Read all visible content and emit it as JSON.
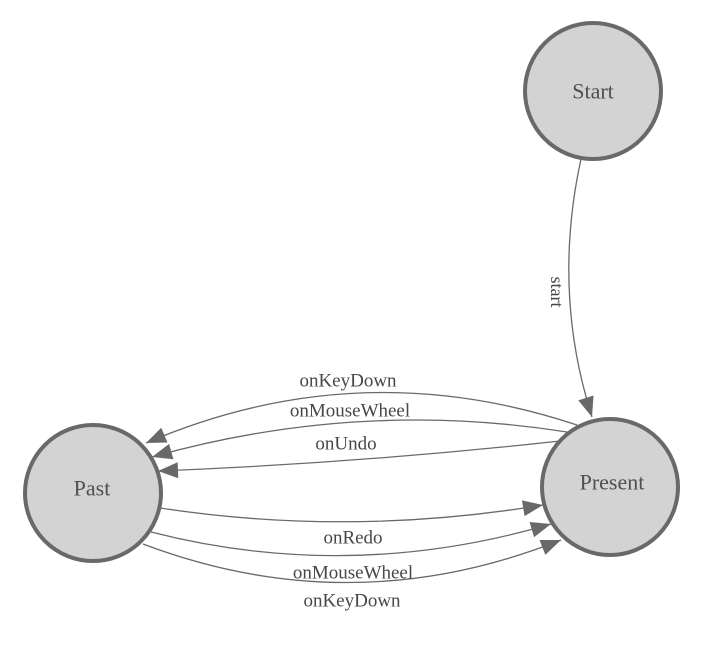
{
  "diagram": {
    "type": "state-machine",
    "background_color": "#ffffff",
    "node_fill_color": "#d3d3d3",
    "node_stroke_color": "#696969",
    "edge_color": "#696969",
    "label_color": "#474747",
    "nodes": [
      {
        "id": "start",
        "label": "Start"
      },
      {
        "id": "present",
        "label": "Present"
      },
      {
        "id": "past",
        "label": "Past"
      }
    ],
    "edges": [
      {
        "from": "start",
        "to": "present",
        "label": "start"
      },
      {
        "from": "present",
        "to": "past",
        "label": "onKeyDown"
      },
      {
        "from": "present",
        "to": "past",
        "label": "onMouseWheel"
      },
      {
        "from": "present",
        "to": "past",
        "label": "onUndo"
      },
      {
        "from": "past",
        "to": "present",
        "label": "onRedo"
      },
      {
        "from": "past",
        "to": "present",
        "label": "onMouseWheel"
      },
      {
        "from": "past",
        "to": "present",
        "label": "onKeyDown"
      }
    ]
  }
}
